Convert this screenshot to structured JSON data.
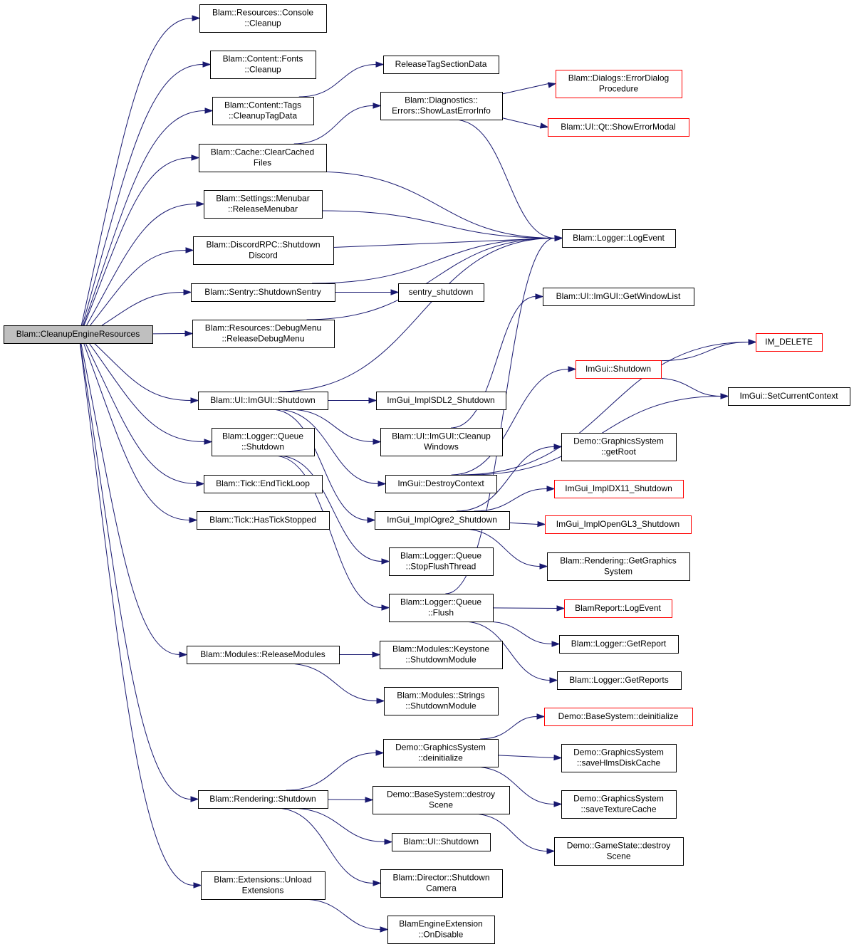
{
  "graph": {
    "colors": {
      "edge": "#191970",
      "node_border": "#000000",
      "missing_node_border": "#ff0000",
      "root_fill": "#bfbfbf",
      "node_fill": "#ffffff"
    },
    "nodes": [
      {
        "id": "root",
        "lines": [
          "Blam::CleanupEngineResources"
        ],
        "style": "root"
      },
      {
        "id": "console_cleanup",
        "lines": [
          "Blam::Resources::Console",
          "::Cleanup"
        ],
        "style": "normal"
      },
      {
        "id": "fonts_cleanup",
        "lines": [
          "Blam::Content::Fonts",
          "::Cleanup"
        ],
        "style": "normal"
      },
      {
        "id": "tags_cleanup",
        "lines": [
          "Blam::Content::Tags",
          "::CleanupTagData"
        ],
        "style": "normal"
      },
      {
        "id": "clear_cached",
        "lines": [
          "Blam::Cache::ClearCached",
          "Files"
        ],
        "style": "normal"
      },
      {
        "id": "release_menubar",
        "lines": [
          "Blam::Settings::Menubar",
          "::ReleaseMenubar"
        ],
        "style": "normal"
      },
      {
        "id": "discord_shutdown",
        "lines": [
          "Blam::DiscordRPC::Shutdown",
          "Discord"
        ],
        "style": "normal"
      },
      {
        "id": "sentry_shutdown_blam",
        "lines": [
          "Blam::Sentry::ShutdownSentry"
        ],
        "style": "normal"
      },
      {
        "id": "release_debug",
        "lines": [
          "Blam::Resources::DebugMenu",
          "::ReleaseDebugMenu"
        ],
        "style": "normal"
      },
      {
        "id": "imgui_shutdown",
        "lines": [
          "Blam::UI::ImGUI::Shutdown"
        ],
        "style": "normal"
      },
      {
        "id": "queue_shutdown",
        "lines": [
          "Blam::Logger::Queue",
          "::Shutdown"
        ],
        "style": "normal"
      },
      {
        "id": "end_tick",
        "lines": [
          "Blam::Tick::EndTickLoop"
        ],
        "style": "normal"
      },
      {
        "id": "has_tick",
        "lines": [
          "Blam::Tick::HasTickStopped"
        ],
        "style": "normal"
      },
      {
        "id": "release_modules",
        "lines": [
          "Blam::Modules::ReleaseModules"
        ],
        "style": "normal"
      },
      {
        "id": "rendering_shutdown",
        "lines": [
          "Blam::Rendering::Shutdown"
        ],
        "style": "normal"
      },
      {
        "id": "unload_ext",
        "lines": [
          "Blam::Extensions::Unload",
          "Extensions"
        ],
        "style": "normal"
      },
      {
        "id": "release_tag_section",
        "lines": [
          "ReleaseTagSectionData"
        ],
        "style": "normal"
      },
      {
        "id": "show_last_error",
        "lines": [
          "Blam::Diagnostics::",
          "Errors::ShowLastErrorInfo"
        ],
        "style": "normal"
      },
      {
        "id": "error_dialog",
        "lines": [
          "Blam::Dialogs::ErrorDialog",
          "Procedure"
        ],
        "style": "red"
      },
      {
        "id": "show_error_modal",
        "lines": [
          "Blam::UI::Qt::ShowErrorModal"
        ],
        "style": "red"
      },
      {
        "id": "log_event",
        "lines": [
          "Blam::Logger::LogEvent"
        ],
        "style": "normal"
      },
      {
        "id": "sentry_shutdown",
        "lines": [
          "sentry_shutdown"
        ],
        "style": "normal"
      },
      {
        "id": "get_window_list",
        "lines": [
          "Blam::UI::ImGUI::GetWindowList"
        ],
        "style": "normal"
      },
      {
        "id": "im_delete",
        "lines": [
          "IM_DELETE"
        ],
        "style": "red"
      },
      {
        "id": "imgui_ns_shutdown",
        "lines": [
          "ImGui::Shutdown"
        ],
        "style": "red"
      },
      {
        "id": "set_current_context",
        "lines": [
          "ImGui::SetCurrentContext"
        ],
        "style": "normal"
      },
      {
        "id": "sdl2_shutdown",
        "lines": [
          "ImGui_ImplSDL2_Shutdown"
        ],
        "style": "normal"
      },
      {
        "id": "cleanup_windows",
        "lines": [
          "Blam::UI::ImGUI::Cleanup",
          "Windows"
        ],
        "style": "normal"
      },
      {
        "id": "destroy_context",
        "lines": [
          "ImGui::DestroyContext"
        ],
        "style": "normal"
      },
      {
        "id": "get_root",
        "lines": [
          "Demo::GraphicsSystem",
          "::getRoot"
        ],
        "style": "normal"
      },
      {
        "id": "dx11_shutdown",
        "lines": [
          "ImGui_ImplDX11_Shutdown"
        ],
        "style": "red"
      },
      {
        "id": "ogre2_shutdown",
        "lines": [
          "ImGui_ImplOgre2_Shutdown"
        ],
        "style": "normal"
      },
      {
        "id": "opengl3_shutdown",
        "lines": [
          "ImGui_ImplOpenGL3_Shutdown"
        ],
        "style": "red"
      },
      {
        "id": "get_graphics_system",
        "lines": [
          "Blam::Rendering::GetGraphics",
          "System"
        ],
        "style": "normal"
      },
      {
        "id": "stop_flush",
        "lines": [
          "Blam::Logger::Queue",
          "::StopFlushThread"
        ],
        "style": "normal"
      },
      {
        "id": "flush",
        "lines": [
          "Blam::Logger::Queue",
          "::Flush"
        ],
        "style": "normal"
      },
      {
        "id": "blamreport_log",
        "lines": [
          "BlamReport::LogEvent"
        ],
        "style": "red"
      },
      {
        "id": "get_report",
        "lines": [
          "Blam::Logger::GetReport"
        ],
        "style": "normal"
      },
      {
        "id": "get_reports",
        "lines": [
          "Blam::Logger::GetReports"
        ],
        "style": "normal"
      },
      {
        "id": "keystone_shutdown",
        "lines": [
          "Blam::Modules::Keystone",
          "::ShutdownModule"
        ],
        "style": "normal"
      },
      {
        "id": "strings_shutdown",
        "lines": [
          "Blam::Modules::Strings",
          "::ShutdownModule"
        ],
        "style": "normal"
      },
      {
        "id": "gs_deinit",
        "lines": [
          "Demo::GraphicsSystem",
          "::deinitialize"
        ],
        "style": "normal"
      },
      {
        "id": "bs_deinit",
        "lines": [
          "Demo::BaseSystem::deinitialize"
        ],
        "style": "red"
      },
      {
        "id": "save_hlms",
        "lines": [
          "Demo::GraphicsSystem",
          "::saveHlmsDiskCache"
        ],
        "style": "normal"
      },
      {
        "id": "save_texture",
        "lines": [
          "Demo::GraphicsSystem",
          "::saveTextureCache"
        ],
        "style": "normal"
      },
      {
        "id": "bs_destroy_scene",
        "lines": [
          "Demo::BaseSystem::destroy",
          "Scene"
        ],
        "style": "normal"
      },
      {
        "id": "ui_shutdown",
        "lines": [
          "Blam::UI::Shutdown"
        ],
        "style": "normal"
      },
      {
        "id": "gamestate_destroy",
        "lines": [
          "Demo::GameState::destroy",
          "Scene"
        ],
        "style": "normal"
      },
      {
        "id": "director_shutdown",
        "lines": [
          "Blam::Director::Shutdown",
          "Camera"
        ],
        "style": "normal"
      },
      {
        "id": "on_disable",
        "lines": [
          "BlamEngineExtension",
          "::OnDisable"
        ],
        "style": "normal"
      }
    ],
    "edges": [
      [
        "root",
        "console_cleanup"
      ],
      [
        "root",
        "fonts_cleanup"
      ],
      [
        "root",
        "tags_cleanup"
      ],
      [
        "root",
        "clear_cached"
      ],
      [
        "root",
        "release_menubar"
      ],
      [
        "root",
        "discord_shutdown"
      ],
      [
        "root",
        "sentry_shutdown_blam"
      ],
      [
        "root",
        "release_debug"
      ],
      [
        "root",
        "imgui_shutdown"
      ],
      [
        "root",
        "queue_shutdown"
      ],
      [
        "root",
        "end_tick"
      ],
      [
        "root",
        "has_tick"
      ],
      [
        "root",
        "release_modules"
      ],
      [
        "root",
        "rendering_shutdown"
      ],
      [
        "root",
        "unload_ext"
      ],
      [
        "tags_cleanup",
        "release_tag_section"
      ],
      [
        "clear_cached",
        "show_last_error"
      ],
      [
        "clear_cached",
        "log_event"
      ],
      [
        "show_last_error",
        "error_dialog"
      ],
      [
        "show_last_error",
        "show_error_modal"
      ],
      [
        "show_last_error",
        "log_event"
      ],
      [
        "release_menubar",
        "log_event"
      ],
      [
        "discord_shutdown",
        "log_event"
      ],
      [
        "sentry_shutdown_blam",
        "log_event"
      ],
      [
        "sentry_shutdown_blam",
        "sentry_shutdown"
      ],
      [
        "release_debug",
        "log_event"
      ],
      [
        "imgui_shutdown",
        "log_event"
      ],
      [
        "imgui_shutdown",
        "sdl2_shutdown"
      ],
      [
        "imgui_shutdown",
        "cleanup_windows"
      ],
      [
        "imgui_shutdown",
        "destroy_context"
      ],
      [
        "imgui_shutdown",
        "ogre2_shutdown"
      ],
      [
        "cleanup_windows",
        "get_window_list"
      ],
      [
        "destroy_context",
        "im_delete"
      ],
      [
        "destroy_context",
        "imgui_ns_shutdown"
      ],
      [
        "destroy_context",
        "set_current_context"
      ],
      [
        "imgui_ns_shutdown",
        "im_delete"
      ],
      [
        "imgui_ns_shutdown",
        "set_current_context"
      ],
      [
        "ogre2_shutdown",
        "get_root"
      ],
      [
        "ogre2_shutdown",
        "dx11_shutdown"
      ],
      [
        "ogre2_shutdown",
        "opengl3_shutdown"
      ],
      [
        "ogre2_shutdown",
        "get_graphics_system"
      ],
      [
        "queue_shutdown",
        "stop_flush"
      ],
      [
        "queue_shutdown",
        "flush"
      ],
      [
        "flush",
        "log_event"
      ],
      [
        "flush",
        "blamreport_log"
      ],
      [
        "flush",
        "get_report"
      ],
      [
        "flush",
        "get_reports"
      ],
      [
        "release_modules",
        "keystone_shutdown"
      ],
      [
        "release_modules",
        "strings_shutdown"
      ],
      [
        "rendering_shutdown",
        "gs_deinit"
      ],
      [
        "rendering_shutdown",
        "bs_destroy_scene"
      ],
      [
        "rendering_shutdown",
        "ui_shutdown"
      ],
      [
        "rendering_shutdown",
        "director_shutdown"
      ],
      [
        "gs_deinit",
        "bs_deinit"
      ],
      [
        "gs_deinit",
        "save_hlms"
      ],
      [
        "gs_deinit",
        "save_texture"
      ],
      [
        "bs_destroy_scene",
        "gamestate_destroy"
      ],
      [
        "unload_ext",
        "on_disable"
      ]
    ]
  }
}
